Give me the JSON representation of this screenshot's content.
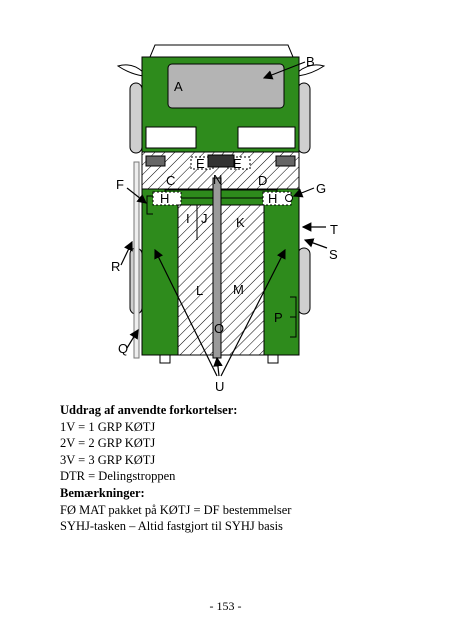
{
  "diagram": {
    "labels": {
      "A": "A",
      "B": "B",
      "C": "C",
      "D": "D",
      "E1": "E",
      "E2": "E",
      "F": "F",
      "G": "G",
      "H1": "H",
      "H2": "H",
      "I": "I",
      "J": "J",
      "K": "K",
      "L": "L",
      "M": "M",
      "N": "N",
      "O": "O",
      "P": "P",
      "Q": "Q",
      "R": "R",
      "S": "S",
      "T": "T",
      "U": "U"
    },
    "colors": {
      "body": "#2e8b1c",
      "outline": "#000000",
      "screen": "#b4b4b4",
      "wheel": "#cfcfcf"
    }
  },
  "abbreviations": {
    "heading": "Uddrag af anvendte forkortelser:",
    "lines": [
      "1V = 1 GRP KØTJ",
      "2V = 2 GRP KØTJ",
      "3V = 3 GRP KØTJ",
      "DTR = Delingstroppen"
    ]
  },
  "remarks": {
    "heading": "Bemærkninger:",
    "lines": [
      "FØ MAT pakket på KØTJ = DF bestemmelser",
      "SYHJ-tasken – Altid fastgjort til SYHJ basis"
    ]
  },
  "page_number": "- 153 -"
}
